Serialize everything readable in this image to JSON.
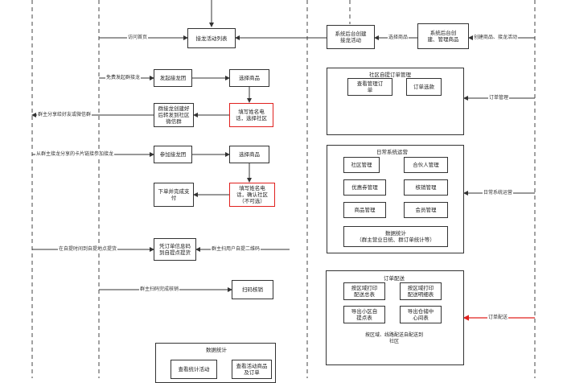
{
  "left_flow": {
    "solitaire_list": "接龙活动列表",
    "start_solitaire": "发起接龙团",
    "select_goods_1": "选择商品",
    "fill_name_phone_1": "填写姓名电\n话，选择社区",
    "group_share": "群接龙创建好\n后转发到社区\n微信群",
    "join_solitaire": "参加接龙团",
    "select_goods_2": "选择商品",
    "fill_name_phone_2": "填写姓名电\n话，确认社区\n（不可选）",
    "order_pay": "下单并完成支\n付",
    "pickup_code": "凭订单信息码\n到自提点提货",
    "scan_verify": "扫码核销",
    "stats_title": "数据统计",
    "view_stats": "查看统计活动",
    "view_goods_orders": "查看活动商品\n及订单"
  },
  "left_labels": {
    "visit_home": "访问首页",
    "free_start": "免费发起群接龙",
    "owner_share": "群主分享给好友或微信群",
    "from_share": "从群主接龙分享的卡片链接参加接龙",
    "pickup_at_time": "在自提时间到自提地点提货",
    "owner_scan_user": "群主扫用户自提二维码",
    "owner_scan_verify": "群主扫码完成核销"
  },
  "right_flow": {
    "backend_create": "系统后台创建\n接龙活动",
    "backend_goods": "系统后台创\n建、管理商品",
    "label_select_goods": "选择商品",
    "label_create_goods": "创建商品、接龙活动",
    "community_orders_title": "社区自提订单管理",
    "view_orders": "查看管理订\n单",
    "order_selection": "订单选款",
    "label_order_mgmt": "订单管理",
    "daily_ops_title": "日常系统运营",
    "community_mgmt": "社区管理",
    "partner_mgmt": "合伙人管理",
    "coupon_mgmt": "优惠券管理",
    "verify_mgmt": "核销管理",
    "goods_mgmt": "商品管理",
    "member_mgmt": "会员管理",
    "data_stats": "数据统计\n（群主营业日统、群订单统计等）",
    "label_daily_ops": "日常系统运营",
    "delivery_title": "订单配送",
    "print_summary": "按区域打印\n配送总表",
    "print_detail": "按区域打印\n配送明细表",
    "export_pickup": "导出小区自\n提点表",
    "export_warehouse": "导出仓储中\n心间表",
    "delivery_note": "按区域、线路配送自配送到\n社区",
    "label_delivery": "订单配送"
  },
  "colors": {
    "line": "#333333",
    "highlight": "#e0201e"
  }
}
